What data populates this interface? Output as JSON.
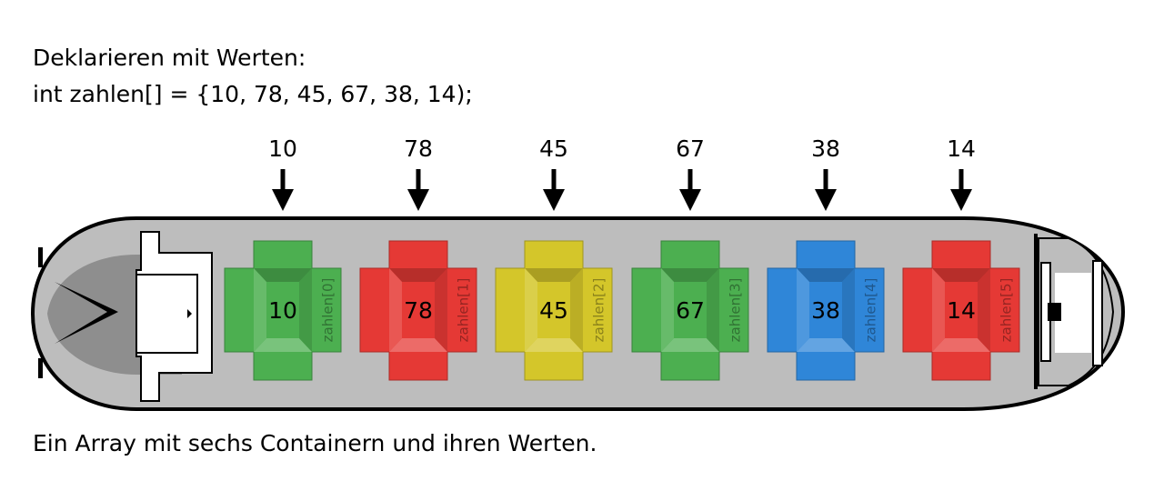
{
  "heading": {
    "line1": "Deklarieren mit Werten:",
    "line2": "int zahlen[] = {10, 78, 45, 67, 38, 14);"
  },
  "caption": "Ein Array mit sechs Containern und ihren Werten.",
  "containers": [
    {
      "value": "10",
      "index_label": "zahlen[0]",
      "color": "#4caf50"
    },
    {
      "value": "78",
      "index_label": "zahlen[1]",
      "color": "#e53935"
    },
    {
      "value": "45",
      "index_label": "zahlen[2]",
      "color": "#d4c62a"
    },
    {
      "value": "67",
      "index_label": "zahlen[3]",
      "color": "#4caf50"
    },
    {
      "value": "38",
      "index_label": "zahlen[4]",
      "color": "#2f86d8"
    },
    {
      "value": "14",
      "index_label": "zahlen[5]",
      "color": "#e53935"
    }
  ],
  "colors": {
    "hull": "#bdbdbd",
    "hull_outline": "#000000",
    "bow": "#8e8e8e"
  }
}
